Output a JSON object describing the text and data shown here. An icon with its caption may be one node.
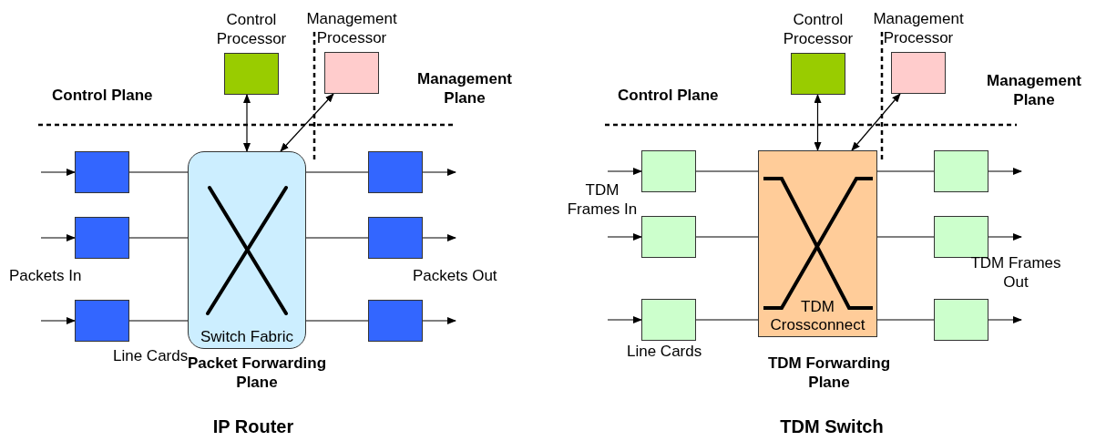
{
  "diagram": {
    "nodes": [
      {
        "text": [
          "Control Processor"
        ]
      },
      {
        "text": [
          "Management Processor"
        ]
      },
      {
        "text": [
          "Switch Fabric"
        ]
      },
      {
        "text": [],
        "shape": "box"
      },
      {
        "text": [],
        "shape": "box"
      },
      {
        "text": [],
        "shape": "box"
      },
      {
        "text": [],
        "shape": "box"
      },
      {
        "text": [],
        "shape": "box"
      },
      {
        "text": [],
        "shape": "box"
      },
      {
        "text": [
          "Control Processor"
        ]
      },
      {
        "text": [
          "Management Processor"
        ]
      },
      {
        "text": [
          "TDM Crossconnect"
        ]
      },
      {
        "text": [],
        "shape": "box"
      },
      {
        "text": [],
        "shape": "box"
      },
      {
        "text": [],
        "shape": "box"
      },
      {
        "text": [],
        "shape": "box"
      },
      {
        "text": [],
        "shape": "box"
      },
      {
        "text": [],
        "shape": "box"
      }
    ],
    "edges": [
      {
        "from": 0,
        "to": 2,
        "arrow": "both"
      },
      {
        "from": 1,
        "to": 2,
        "arrow": "both"
      },
      {
        "from": null,
        "to": 3,
        "arrow": "to"
      },
      {
        "from": null,
        "to": 4,
        "arrow": "to"
      },
      {
        "from": null,
        "to": 5,
        "arrow": "to"
      },
      {
        "from": 3,
        "to": 2,
        "arrow": "none"
      },
      {
        "from": 4,
        "to": 2,
        "arrow": "none"
      },
      {
        "from": 5,
        "to": 2,
        "arrow": "none"
      },
      {
        "from": 2,
        "to": 6,
        "arrow": "none"
      },
      {
        "from": 2,
        "to": 7,
        "arrow": "none"
      },
      {
        "from": 2,
        "to": 8,
        "arrow": "none"
      },
      {
        "from": 6,
        "to": null,
        "arrow": "to"
      },
      {
        "from": 7,
        "to": null,
        "arrow": "to"
      },
      {
        "from": 8,
        "to": null,
        "arrow": "to"
      },
      {
        "from": 9,
        "to": 11,
        "arrow": "both"
      },
      {
        "from": 10,
        "to": 11,
        "arrow": "both"
      },
      {
        "from": null,
        "to": 12,
        "arrow": "to"
      },
      {
        "from": null,
        "to": 13,
        "arrow": "to"
      },
      {
        "from": null,
        "to": 14,
        "arrow": "to"
      },
      {
        "from": 12,
        "to": 11,
        "arrow": "none"
      },
      {
        "from": 13,
        "to": 11,
        "arrow": "none"
      },
      {
        "from": 14,
        "to": 11,
        "arrow": "none"
      },
      {
        "from": 11,
        "to": 15,
        "arrow": "none"
      },
      {
        "from": 11,
        "to": 16,
        "arrow": "none"
      },
      {
        "from": 11,
        "to": 17,
        "arrow": "none"
      },
      {
        "from": 15,
        "to": null,
        "arrow": "to"
      },
      {
        "from": 16,
        "to": null,
        "arrow": "to"
      },
      {
        "from": 17,
        "to": null,
        "arrow": "to"
      }
    ],
    "labels": [
      "Control Plane",
      "Management Plane",
      "Packets In",
      "Packets Out",
      "Line Cards",
      "Packet Forwarding Plane",
      "IP Router",
      "Control Plane",
      "Management Plane",
      "TDM Frames In",
      "TDM Frames Out",
      "Line Cards",
      "TDM Forwarding Plane",
      "TDM Switch"
    ]
  }
}
